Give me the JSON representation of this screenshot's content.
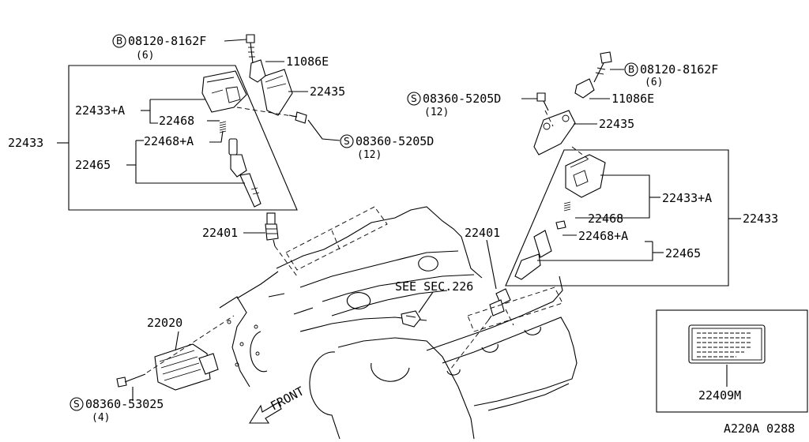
{
  "diagram": {
    "ref_code": "A220A 0288",
    "bolt_left": {
      "symbol": "B",
      "part_no": "08120-8162F",
      "qty": "(6)"
    },
    "bolt_right": {
      "symbol": "B",
      "part_no": "08120-8162F",
      "qty": "(6)"
    },
    "screw_left": {
      "symbol": "S",
      "part_no": "08360-5205D",
      "qty": "(12)"
    },
    "screw_right": {
      "symbol": "S",
      "part_no": "08360-5205D",
      "qty": "(12)"
    },
    "screw_module": {
      "symbol": "S",
      "part_no": "08360-53025",
      "qty": "(4)"
    },
    "labels": {
      "bracket_11086E_left": "11086E",
      "bracket_11086E_right": "11086E",
      "bracket_22435_left": "22435",
      "bracket_22435_right": "22435",
      "coil_assy_left": "22433+A",
      "coil_assy_right": "22433+A",
      "spring_22468_left": "22468",
      "spring_22468_right": "22468",
      "boot_set_left": "22468+A",
      "boot_set_right": "22468+A",
      "cable_22465_left": "22465",
      "cable_22465_right": "22465",
      "group_22433_left": "22433",
      "group_22433_right": "22433",
      "plug_22401_left": "22401",
      "plug_22401_right": "22401",
      "module_22020": "22020",
      "see_sec": "SEE SEC.226",
      "front": "FRONT",
      "label_22409M": "22409M"
    }
  }
}
